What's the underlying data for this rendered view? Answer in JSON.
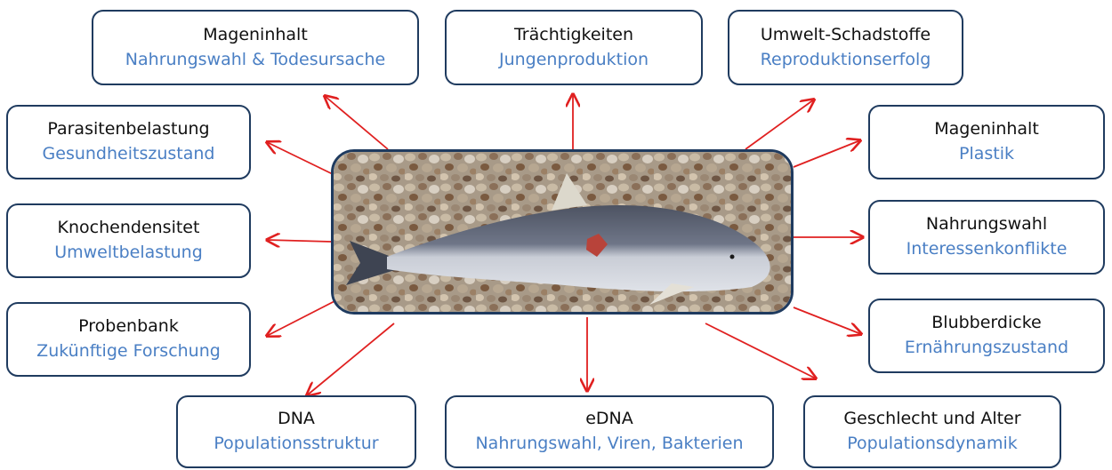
{
  "boxes": [
    {
      "title": "Mageninhalt",
      "subtitle": "Nahrungswahl & Todesursache"
    },
    {
      "title": "Trächtigkeiten",
      "subtitle": "Jungenproduktion"
    },
    {
      "title": "Umwelt-Schadstoffe",
      "subtitle": "Reproduktionserfolg"
    },
    {
      "title": "Parasitenbelastung",
      "subtitle": "Gesundheitszustand"
    },
    {
      "title": "Mageninhalt",
      "subtitle": "Plastik"
    },
    {
      "title": "Knochendensitet",
      "subtitle": "Umweltbelastung"
    },
    {
      "title": "Nahrungswahl",
      "subtitle": "Interessenkonflikte"
    },
    {
      "title": "Probenbank",
      "subtitle": "Zukünftige Forschung"
    },
    {
      "title": "Blubberdicke",
      "subtitle": "Ernährungszustand"
    },
    {
      "title": "DNA",
      "subtitle": "Populationsstruktur"
    },
    {
      "title": "eDNA",
      "subtitle": "Nahrungswahl, Viren, Bakterien"
    },
    {
      "title": "Geschlecht und Alter",
      "subtitle": "Populationsdynamik"
    }
  ],
  "colors": {
    "border": "#1f3b5f",
    "title": "#111111",
    "subtitle": "#4a7fc4",
    "arrow": "#e02020"
  }
}
